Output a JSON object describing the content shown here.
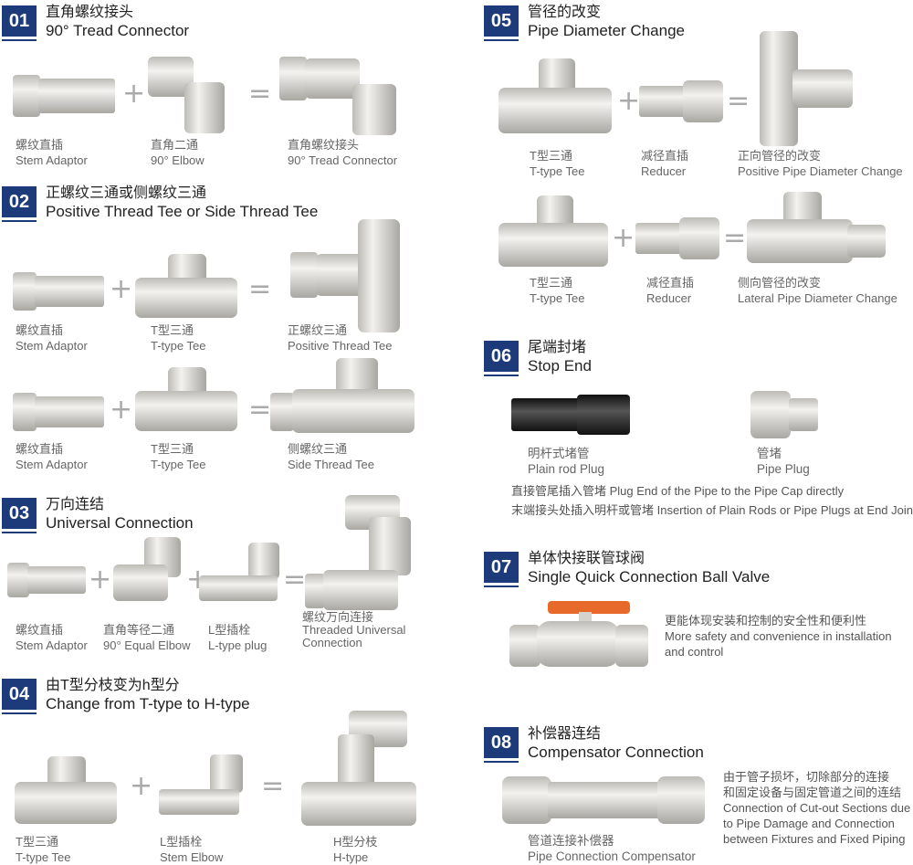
{
  "sections": {
    "s01": {
      "num": "01",
      "zh": "直角螺纹接头",
      "en": "90° Tread Connector",
      "items": [
        {
          "zh": "螺纹直插",
          "en": "Stem Adaptor"
        },
        {
          "zh": "直角二通",
          "en": "90° Elbow"
        },
        {
          "zh": "直角螺纹接头",
          "en": "90° Tread Connector"
        }
      ]
    },
    "s02": {
      "num": "02",
      "zh": "正螺纹三通或侧螺纹三通",
      "en": "Positive Thread Tee or Side Thread Tee",
      "row1": [
        {
          "zh": "螺纹直插",
          "en": "Stem Adaptor"
        },
        {
          "zh": "T型三通",
          "en": "T-type Tee"
        },
        {
          "zh": "正螺纹三通",
          "en": "Positive Thread Tee"
        }
      ],
      "row2": [
        {
          "zh": "螺纹直插",
          "en": "Stem Adaptor"
        },
        {
          "zh": "T型三通",
          "en": "T-type Tee"
        },
        {
          "zh": "侧螺纹三通",
          "en": "Side Thread Tee"
        }
      ]
    },
    "s03": {
      "num": "03",
      "zh": "万向连结",
      "en": "Universal Connection",
      "items": [
        {
          "zh": "螺纹直插",
          "en": "Stem Adaptor"
        },
        {
          "zh": "直角等径二通",
          "en": "90° Equal Elbow"
        },
        {
          "zh": "L型插栓",
          "en": "L-type plug"
        },
        {
          "zh": "螺纹万向连接",
          "en": "Threaded Universal",
          "en2": "Connection"
        }
      ]
    },
    "s04": {
      "num": "04",
      "zh": "由T型分枝变为h型分",
      "en": "Change from T-type to H-type",
      "items": [
        {
          "zh": "T型三通",
          "en": "T-type Tee"
        },
        {
          "zh": "L型插栓",
          "en": "Stem Elbow"
        },
        {
          "zh": "H型分枝",
          "en": "H-type"
        }
      ]
    },
    "s05": {
      "num": "05",
      "zh": "管径的改变",
      "en": "Pipe Diameter Change",
      "row1": [
        {
          "zh": "T型三通",
          "en": "T-type Tee"
        },
        {
          "zh": "减径直插",
          "en": "Reducer"
        },
        {
          "zh": "正向管径的改变",
          "en": "Positive Pipe Diameter Change"
        }
      ],
      "row2": [
        {
          "zh": "T型三通",
          "en": "T-type Tee"
        },
        {
          "zh": "减径直插",
          "en": "Reducer"
        },
        {
          "zh": "侧向管径的改变",
          "en": "Lateral Pipe Diameter Change"
        }
      ]
    },
    "s06": {
      "num": "06",
      "zh": "尾端封堵",
      "en": "Stop End",
      "items": [
        {
          "zh": "明杆式堵管",
          "en": "Plain rod Plug"
        },
        {
          "zh": "管堵",
          "en": "Pipe Plug"
        }
      ],
      "note1": "直接管尾插入管堵 Plug End of the Pipe to the Pipe Cap directly",
      "note2": "末端接头处插入明杆或管堵  Insertion of Plain Rods or Pipe Plugs at End Joint"
    },
    "s07": {
      "num": "07",
      "zh": "单体快接联管球阀",
      "en": "Single Quick Connection Ball Valve",
      "desc_zh": "更能体现安装和控制的安全性和便利性",
      "desc_en1": "More safety and convenience in installation",
      "desc_en2": "and control"
    },
    "s08": {
      "num": "08",
      "zh": "补偿器连结",
      "en": "Compensator Connection",
      "item_zh": "管道连接补偿器",
      "item_en": "Pipe Connection Compensator",
      "desc_zh1": "由于管子损坏，切除部分的连接",
      "desc_zh2": "和固定设备与固定管道之间的连结",
      "desc_en1": "Connection of Cut-out Sections due",
      "desc_en2": "to Pipe Damage and Connection",
      "desc_en3": "between Fixtures and Fixed Piping"
    }
  },
  "operators": {
    "plus": "+",
    "equals": "="
  },
  "colors": {
    "badge": "#1d3a7a",
    "fitting": "#d9d7d2",
    "plug_black": "#2a2a2a",
    "valve_handle": "#e86a2a"
  }
}
